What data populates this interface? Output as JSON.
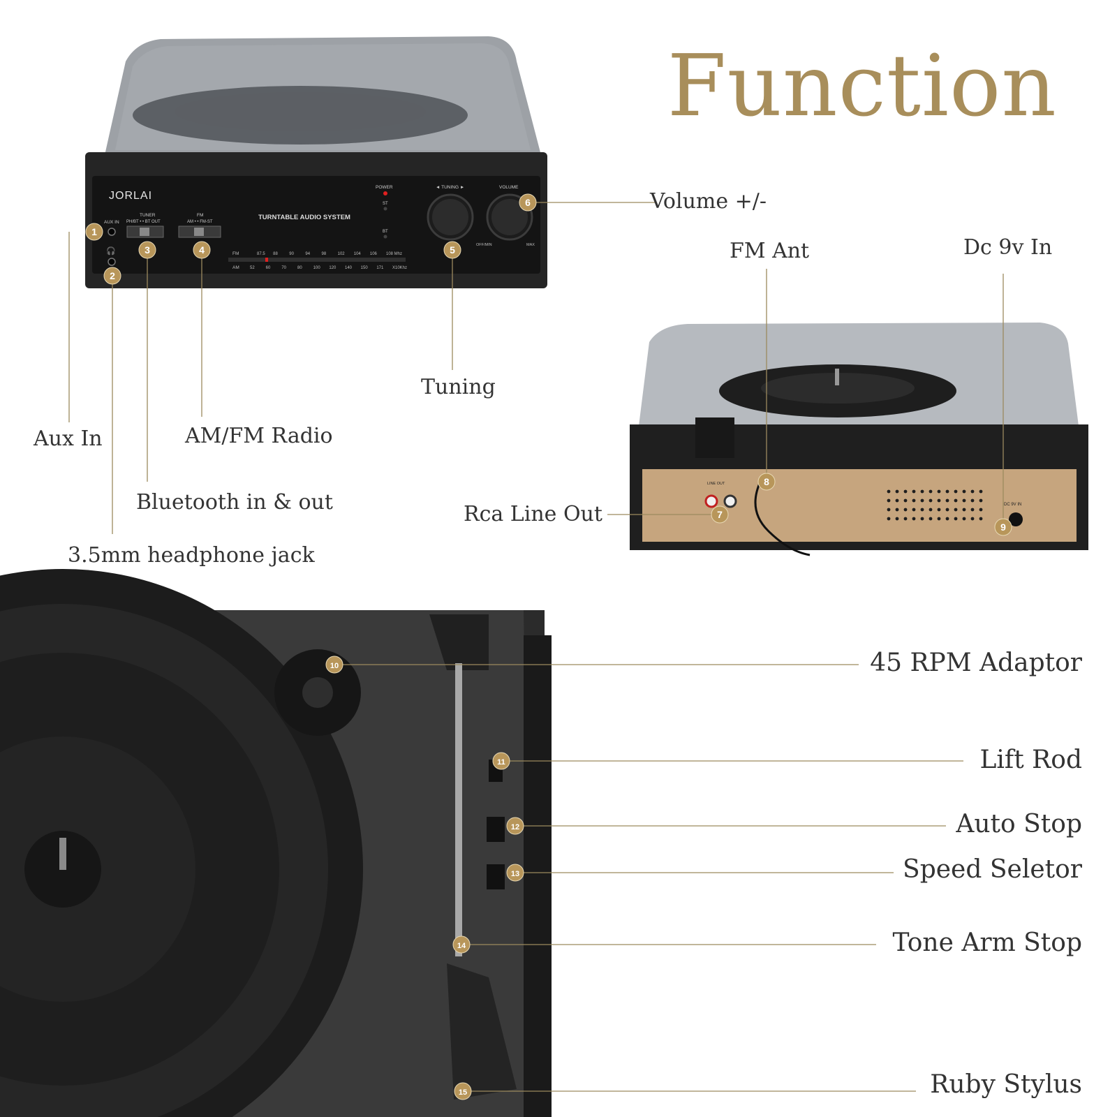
{
  "title": "Function",
  "brand": "JORLAI",
  "panel": {
    "system_label": "TURNTABLE AUDIO SYSTEM",
    "aux_in": "AUX IN",
    "tuner": "TUNER",
    "tuner_modes": "PH/BT • • BT OUT",
    "fm": "FM",
    "fm_modes": "AM • • FM-ST",
    "power": "POWER",
    "st": "ST",
    "bt": "BT",
    "tuning": "◄ TUNING ►",
    "volume": "VOLUME",
    "off_min": "OFF/MIN",
    "max": "MAX",
    "fm_scale_prefix": "FM",
    "fm_scale": [
      "87.5",
      "88",
      "90",
      "94",
      "98",
      "102",
      "104",
      "106",
      "108 Mhz"
    ],
    "am_scale_prefix": "AM",
    "am_scale": [
      "52",
      "60",
      "70",
      "80",
      "100",
      "120",
      "140",
      "150",
      "171",
      "X10Khz"
    ]
  },
  "rear": {
    "line_out": "LINE OUT",
    "dc_in": "DC 9V IN"
  },
  "callouts": [
    {
      "num": "1",
      "label": "Aux In"
    },
    {
      "num": "2",
      "label": "3.5mm headphone jack"
    },
    {
      "num": "3",
      "label": "Bluetooth in & out"
    },
    {
      "num": "4",
      "label": "AM/FM Radio"
    },
    {
      "num": "5",
      "label": "Tuning"
    },
    {
      "num": "6",
      "label": "Volume +/-"
    },
    {
      "num": "7",
      "label": "Rca Line Out"
    },
    {
      "num": "8",
      "label": "FM Ant"
    },
    {
      "num": "9",
      "label": "Dc 9v In"
    },
    {
      "num": "10",
      "label": "45 RPM Adaptor"
    },
    {
      "num": "11",
      "label": "Lift Rod"
    },
    {
      "num": "12",
      "label": "Auto Stop"
    },
    {
      "num": "13",
      "label": "Speed Seletor"
    },
    {
      "num": "14",
      "label": "Tone Arm Stop"
    },
    {
      "num": "15",
      "label": "Ruby Stylus"
    }
  ],
  "colors": {
    "accent_gold": "#a88e5b",
    "badge_gold": "#b8965a",
    "leader_line": "#9c8a5e",
    "label_text": "#333333",
    "cabinet": "#2a2a2a",
    "rear_board": "#c6a57e"
  }
}
